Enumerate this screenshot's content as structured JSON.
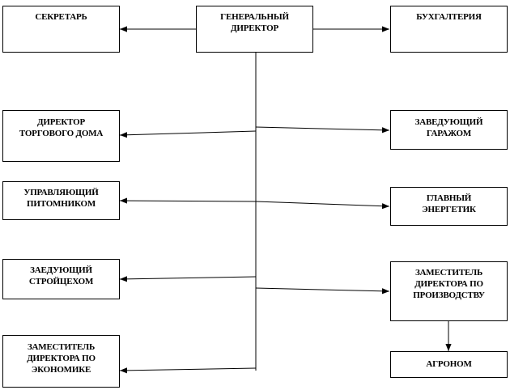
{
  "title": "",
  "nodes": {
    "gd": {
      "label": "ГЕНЕРАЛЬНЫЙ\nДИРЕКТОР"
    },
    "sekretar": {
      "label": "СЕКРЕТАРЬ"
    },
    "buh": {
      "label": "БУХГАЛТЕРИЯ"
    },
    "torg": {
      "label": "ДИРЕКТОР\nТОРГОВОГО  ДОМА"
    },
    "garazh": {
      "label": "ЗАВЕДУЮЩИЙ\nГАРАЖОМ"
    },
    "pitom": {
      "label": "УПРАВЛЯЮЩИЙ\nПИТОМНИКОМ"
    },
    "energ": {
      "label": "ГЛАВНЫЙ\nЭНЕРГЕТИК"
    },
    "stroy": {
      "label": "ЗАЕДУЮЩИЙ\nСТРОЙЦЕХОМ"
    },
    "proizv": {
      "label": "ЗАМЕСТИТЕЛЬ\nДИРЕКТОРА  ПО\nПРОИЗВОДСТВУ"
    },
    "econ": {
      "label": "ЗАМЕСТИТЕЛЬ\nДИРЕКТОРА  ПО\nЭКОНОМИКЕ"
    },
    "agronom": {
      "label": "АГРОНОМ"
    }
  },
  "edges": [
    {
      "from": "gd",
      "to": "sekretar"
    },
    {
      "from": "gd",
      "to": "buh"
    },
    {
      "from": "gd",
      "to": "torg"
    },
    {
      "from": "gd",
      "to": "garazh"
    },
    {
      "from": "gd",
      "to": "pitom"
    },
    {
      "from": "gd",
      "to": "energ"
    },
    {
      "from": "gd",
      "to": "stroy"
    },
    {
      "from": "gd",
      "to": "proizv"
    },
    {
      "from": "gd",
      "to": "econ"
    },
    {
      "from": "proizv",
      "to": "agronom"
    }
  ]
}
